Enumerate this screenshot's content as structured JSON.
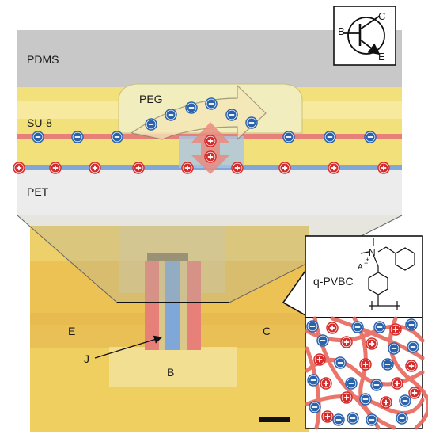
{
  "cross_section": {
    "layers": [
      "PDMS",
      "SU-8",
      "PET"
    ],
    "channel_label": "PEG"
  },
  "device_labels": {
    "emitter": "E",
    "collector": "C",
    "base": "B",
    "junction": "J"
  },
  "transistor_symbol": {
    "base": "B",
    "collector": "C",
    "emitter": "E"
  },
  "polymer": {
    "name": "q-PVBC",
    "nitrogen": "N",
    "nitrogen_charge": "+",
    "counter_anion": "A",
    "anion_charge": "−"
  },
  "colors": {
    "pdms": "#c8c8c8",
    "su8": "#f2e07a",
    "pet": "#ececec",
    "anion_channel": "#e8807a",
    "cation_channel": "#7fa8d8",
    "polymer_strand": "#e8675c",
    "anion": "#2a62ac",
    "cation": "#d62a2a"
  }
}
